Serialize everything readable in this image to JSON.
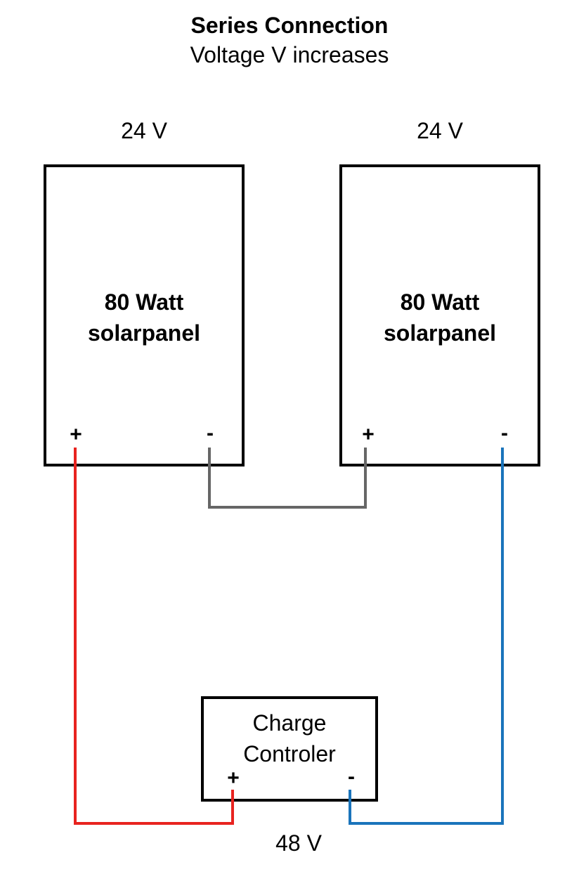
{
  "header": {
    "title": "Series Connection",
    "subtitle": "Voltage V increases"
  },
  "panels": [
    {
      "voltage": "24 V",
      "label_line1": "80 Watt",
      "label_line2": "solarpanel",
      "plus": "+",
      "minus": "-"
    },
    {
      "voltage": "24 V",
      "label_line1": "80 Watt",
      "label_line2": "solarpanel",
      "plus": "+",
      "minus": "-"
    }
  ],
  "controller": {
    "label_line1": "Charge",
    "label_line2": "Controler",
    "plus": "+",
    "minus": "-",
    "output_voltage": "48 V"
  },
  "wires": {
    "positive_color": "#e8231f",
    "negative_color": "#1a74bb",
    "link_color": "#666666"
  }
}
